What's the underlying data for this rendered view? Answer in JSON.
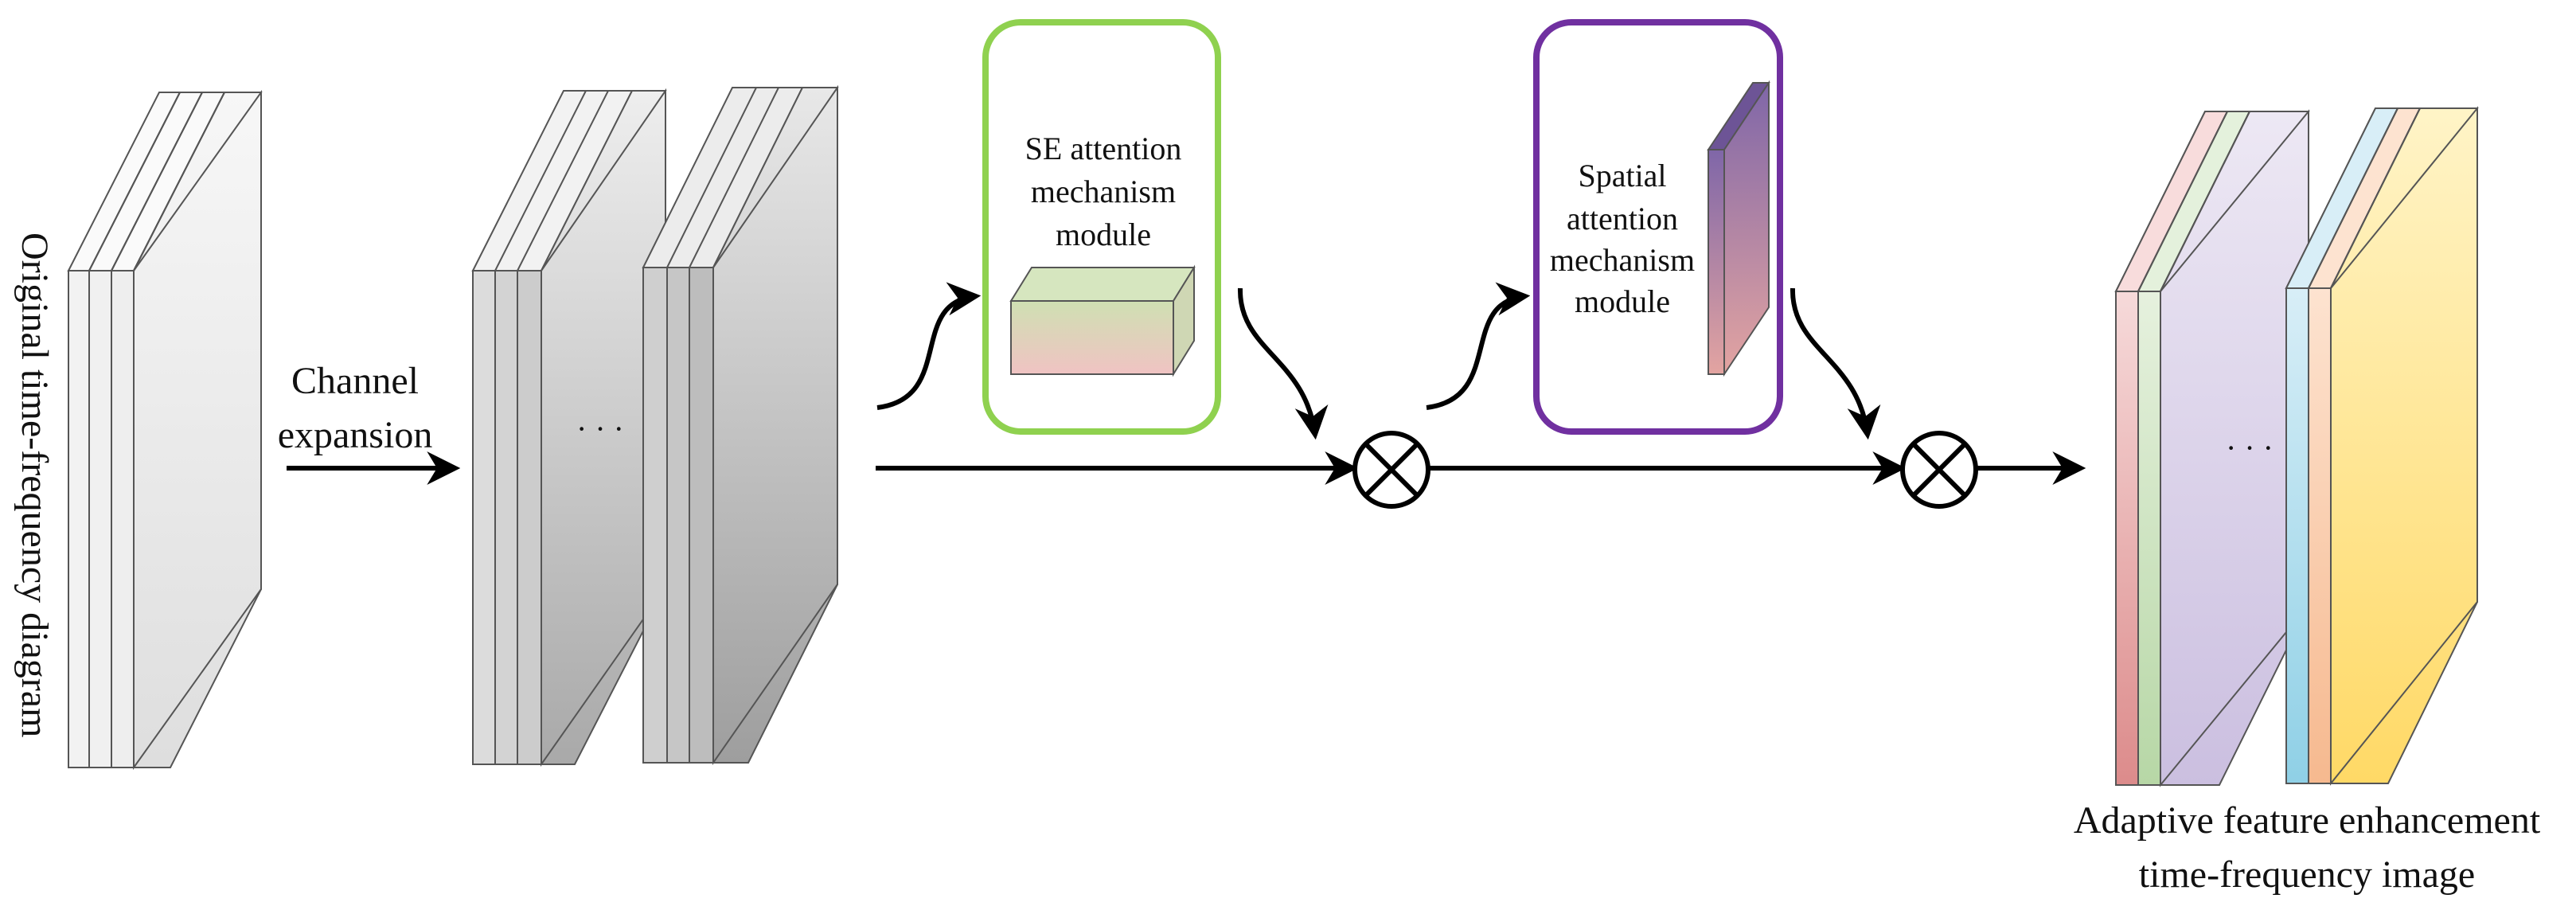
{
  "input_label": "Original time-frequency diagram",
  "step1_label": [
    "Channel",
    "expansion"
  ],
  "ellipsis": "· · ·",
  "se_module": {
    "lines": [
      "SE attention",
      "mechanism",
      "module"
    ],
    "border_color": "#8fd14f"
  },
  "spatial_module": {
    "lines": [
      "Spatial",
      "attention",
      "mechanism",
      "module"
    ],
    "border_color": "#7030a0"
  },
  "multiply_symbol": "multiply-circle-icon",
  "output_label": [
    "Adaptive feature enhancement",
    "time-frequency image"
  ],
  "colors": {
    "output_layers": [
      "#e39a9a",
      "#bfe0b1",
      "#d9d0ea",
      "#a8dcef",
      "#f8c7a3",
      "#ffe59a"
    ]
  }
}
